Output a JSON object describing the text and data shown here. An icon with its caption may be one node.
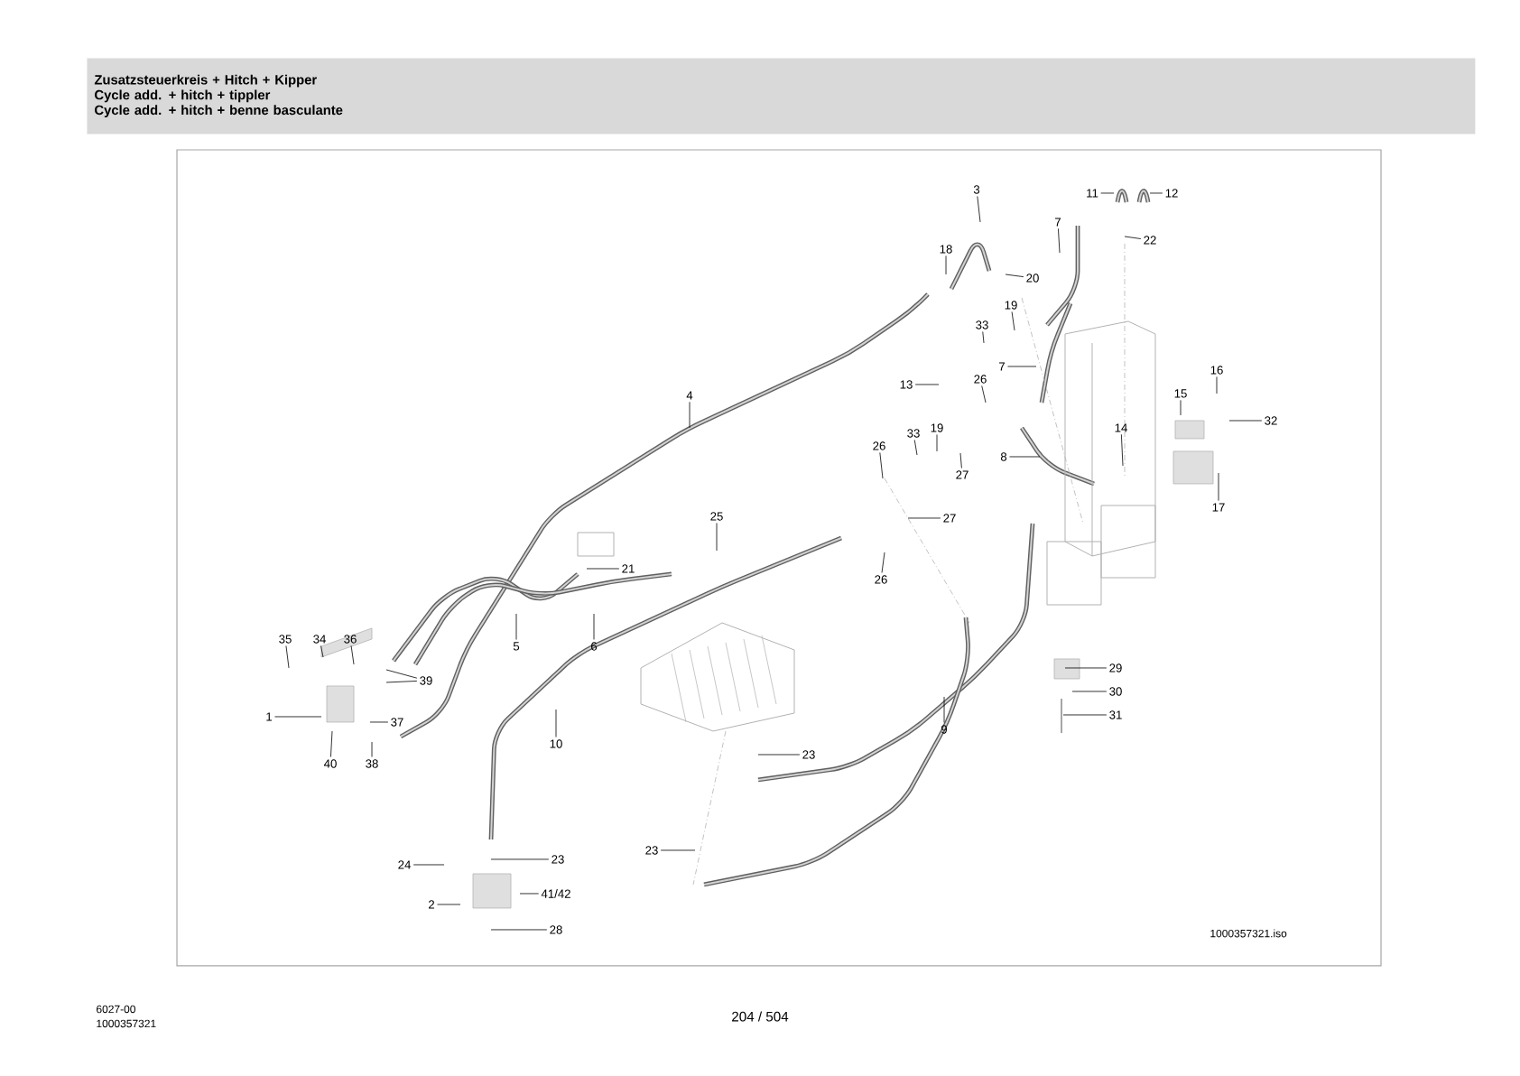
{
  "diagram": {
    "nodes": [
      {
        "text": [
          "Zusatzsteuerkreis + Hitch + Kipper",
          "Cycle add. + hitch + tippler",
          "Cycle add. + hitch + benne basculante"
        ]
      },
      {
        "text": [
          "3"
        ]
      },
      {
        "text": [
          "11"
        ]
      },
      {
        "text": [
          "12"
        ]
      },
      {
        "text": [
          "7"
        ]
      },
      {
        "text": [
          "22"
        ]
      },
      {
        "text": [
          "18"
        ]
      },
      {
        "text": [
          "20"
        ]
      },
      {
        "text": [
          "33"
        ]
      },
      {
        "text": [
          "19"
        ]
      },
      {
        "text": [
          "7"
        ]
      },
      {
        "text": [
          "13"
        ]
      },
      {
        "text": [
          "26"
        ]
      },
      {
        "text": [
          "15"
        ]
      },
      {
        "text": [
          "16"
        ]
      },
      {
        "text": [
          "32"
        ]
      },
      {
        "text": [
          "14"
        ]
      },
      {
        "text": [
          "8"
        ]
      },
      {
        "text": [
          "33"
        ]
      },
      {
        "text": [
          "19"
        ]
      },
      {
        "text": [
          "26"
        ]
      },
      {
        "text": [
          "27"
        ]
      },
      {
        "text": [
          "27"
        ]
      },
      {
        "text": [
          "26"
        ]
      },
      {
        "text": [
          "17"
        ]
      },
      {
        "text": [
          "4"
        ]
      },
      {
        "text": [
          "25"
        ]
      },
      {
        "text": [
          "21"
        ]
      },
      {
        "text": [
          "5"
        ]
      },
      {
        "text": [
          "6"
        ]
      },
      {
        "text": [
          "35"
        ]
      },
      {
        "text": [
          "34"
        ]
      },
      {
        "text": [
          "36"
        ]
      },
      {
        "text": [
          "39"
        ]
      },
      {
        "text": [
          "37"
        ]
      },
      {
        "text": [
          "1"
        ]
      },
      {
        "text": [
          "40"
        ]
      },
      {
        "text": [
          "38"
        ]
      },
      {
        "text": [
          "10"
        ]
      },
      {
        "text": [
          "23"
        ]
      },
      {
        "text": [
          "24"
        ]
      },
      {
        "text": [
          "2"
        ]
      },
      {
        "text": [
          "41/42"
        ]
      },
      {
        "text": [
          "28"
        ]
      },
      {
        "text": [
          "23"
        ]
      },
      {
        "text": [
          "23"
        ]
      },
      {
        "text": [
          "9"
        ]
      },
      {
        "text": [
          "29"
        ]
      },
      {
        "text": [
          "30"
        ]
      },
      {
        "text": [
          "31"
        ]
      }
    ],
    "edges": [
      {
        "from": 1,
        "to": null,
        "arrow": "none"
      },
      {
        "from": 2,
        "to": null,
        "arrow": "none"
      },
      {
        "from": 3,
        "to": null,
        "arrow": "none"
      },
      {
        "from": 4,
        "to": null,
        "arrow": "none"
      },
      {
        "from": 5,
        "to": null,
        "arrow": "none"
      },
      {
        "from": 6,
        "to": null,
        "arrow": "none"
      },
      {
        "from": 7,
        "to": null,
        "arrow": "none"
      },
      {
        "from": 8,
        "to": null,
        "arrow": "none"
      },
      {
        "from": 9,
        "to": null,
        "arrow": "none"
      },
      {
        "from": 10,
        "to": null,
        "arrow": "none"
      },
      {
        "from": 11,
        "to": null,
        "arrow": "none"
      },
      {
        "from": 12,
        "to": null,
        "arrow": "none"
      },
      {
        "from": 13,
        "to": null,
        "arrow": "none"
      },
      {
        "from": 14,
        "to": null,
        "arrow": "none"
      },
      {
        "from": 15,
        "to": null,
        "arrow": "none"
      },
      {
        "from": 16,
        "to": null,
        "arrow": "none"
      },
      {
        "from": 17,
        "to": null,
        "arrow": "none"
      },
      {
        "from": 18,
        "to": null,
        "arrow": "none"
      },
      {
        "from": 19,
        "to": null,
        "arrow": "none"
      },
      {
        "from": 20,
        "to": null,
        "arrow": "none"
      },
      {
        "from": 21,
        "to": null,
        "arrow": "none"
      },
      {
        "from": 22,
        "to": null,
        "arrow": "none"
      },
      {
        "from": 23,
        "to": null,
        "arrow": "none"
      },
      {
        "from": 24,
        "to": null,
        "arrow": "none"
      },
      {
        "from": 25,
        "to": null,
        "arrow": "none"
      },
      {
        "from": 26,
        "to": null,
        "arrow": "none"
      },
      {
        "from": 27,
        "to": null,
        "arrow": "none"
      },
      {
        "from": 28,
        "to": null,
        "arrow": "none"
      },
      {
        "from": 29,
        "to": null,
        "arrow": "none"
      },
      {
        "from": 30,
        "to": null,
        "arrow": "none"
      },
      {
        "from": 31,
        "to": null,
        "arrow": "none"
      },
      {
        "from": 32,
        "to": null,
        "arrow": "none"
      },
      {
        "from": 33,
        "to": null,
        "arrow": "none"
      },
      {
        "from": 33,
        "to": null,
        "arrow": "none"
      },
      {
        "from": 34,
        "to": null,
        "arrow": "none"
      },
      {
        "from": 35,
        "to": null,
        "arrow": "none"
      },
      {
        "from": 36,
        "to": null,
        "arrow": "none"
      },
      {
        "from": 37,
        "to": null,
        "arrow": "none"
      },
      {
        "from": 38,
        "to": null,
        "arrow": "none"
      },
      {
        "from": 39,
        "to": null,
        "arrow": "none"
      },
      {
        "from": 40,
        "to": null,
        "arrow": "none"
      },
      {
        "from": 41,
        "to": null,
        "arrow": "none"
      },
      {
        "from": 42,
        "to": null,
        "arrow": "none"
      },
      {
        "from": 43,
        "to": null,
        "arrow": "none"
      },
      {
        "from": 44,
        "to": null,
        "arrow": "none"
      },
      {
        "from": 45,
        "to": null,
        "arrow": "none"
      },
      {
        "from": 46,
        "to": null,
        "arrow": "none"
      },
      {
        "from": 47,
        "to": null,
        "arrow": "none"
      },
      {
        "from": 48,
        "to": null,
        "arrow": "none"
      },
      {
        "from": 49,
        "to": null,
        "arrow": "none"
      }
    ],
    "labels": [
      "1000357321.iso",
      "6027-00",
      "1000357321",
      "204 / 504"
    ]
  }
}
